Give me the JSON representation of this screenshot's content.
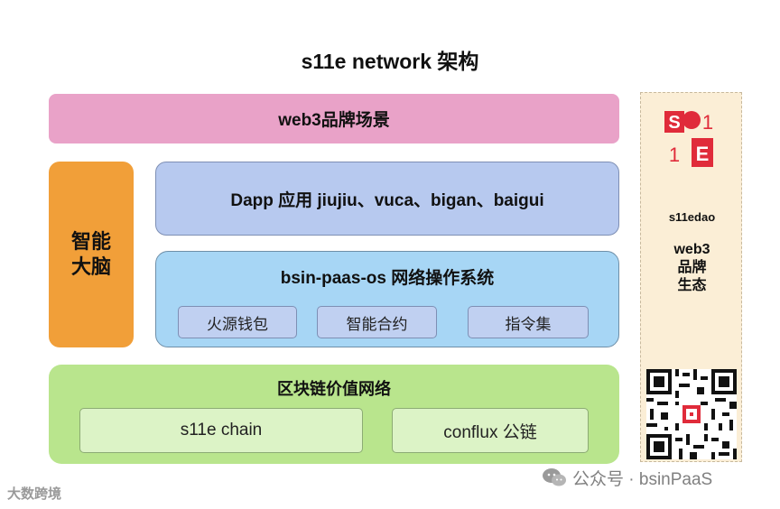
{
  "title": "s11e network 架构",
  "web3_scene": "web3品牌场景",
  "brain": {
    "line1": "智能",
    "line2": "大脑"
  },
  "dapp": "Dapp 应用 jiujiu、vuca、bigan、baigui",
  "os": {
    "title": "bsin-paas-os 网络操作系统",
    "components": [
      "火源钱包",
      "智能合约",
      "指令集"
    ]
  },
  "chain": {
    "title": "区块链价值网络",
    "nodes": [
      "s11e chain",
      "conflux 公链"
    ]
  },
  "brand_panel": {
    "logo_text": [
      "S",
      "1",
      "1",
      "E"
    ],
    "name": "s11edao",
    "eco_lines": [
      "web3",
      "品牌",
      "生态"
    ]
  },
  "watermarks": {
    "right": "公众号 · bsinPaaS",
    "left": "大数跨境"
  },
  "colors": {
    "scene": "#e9a2c8",
    "brain": "#f19f39",
    "dapp": "#b7c9ef",
    "os": "#a7d6f5",
    "chain": "#b9e58d",
    "brand_bg": "#fbeed6",
    "logo_red": "#e02b3a"
  },
  "icons": [
    "wechat-icon",
    "qr-code-icon",
    "s11e-logo-icon"
  ]
}
